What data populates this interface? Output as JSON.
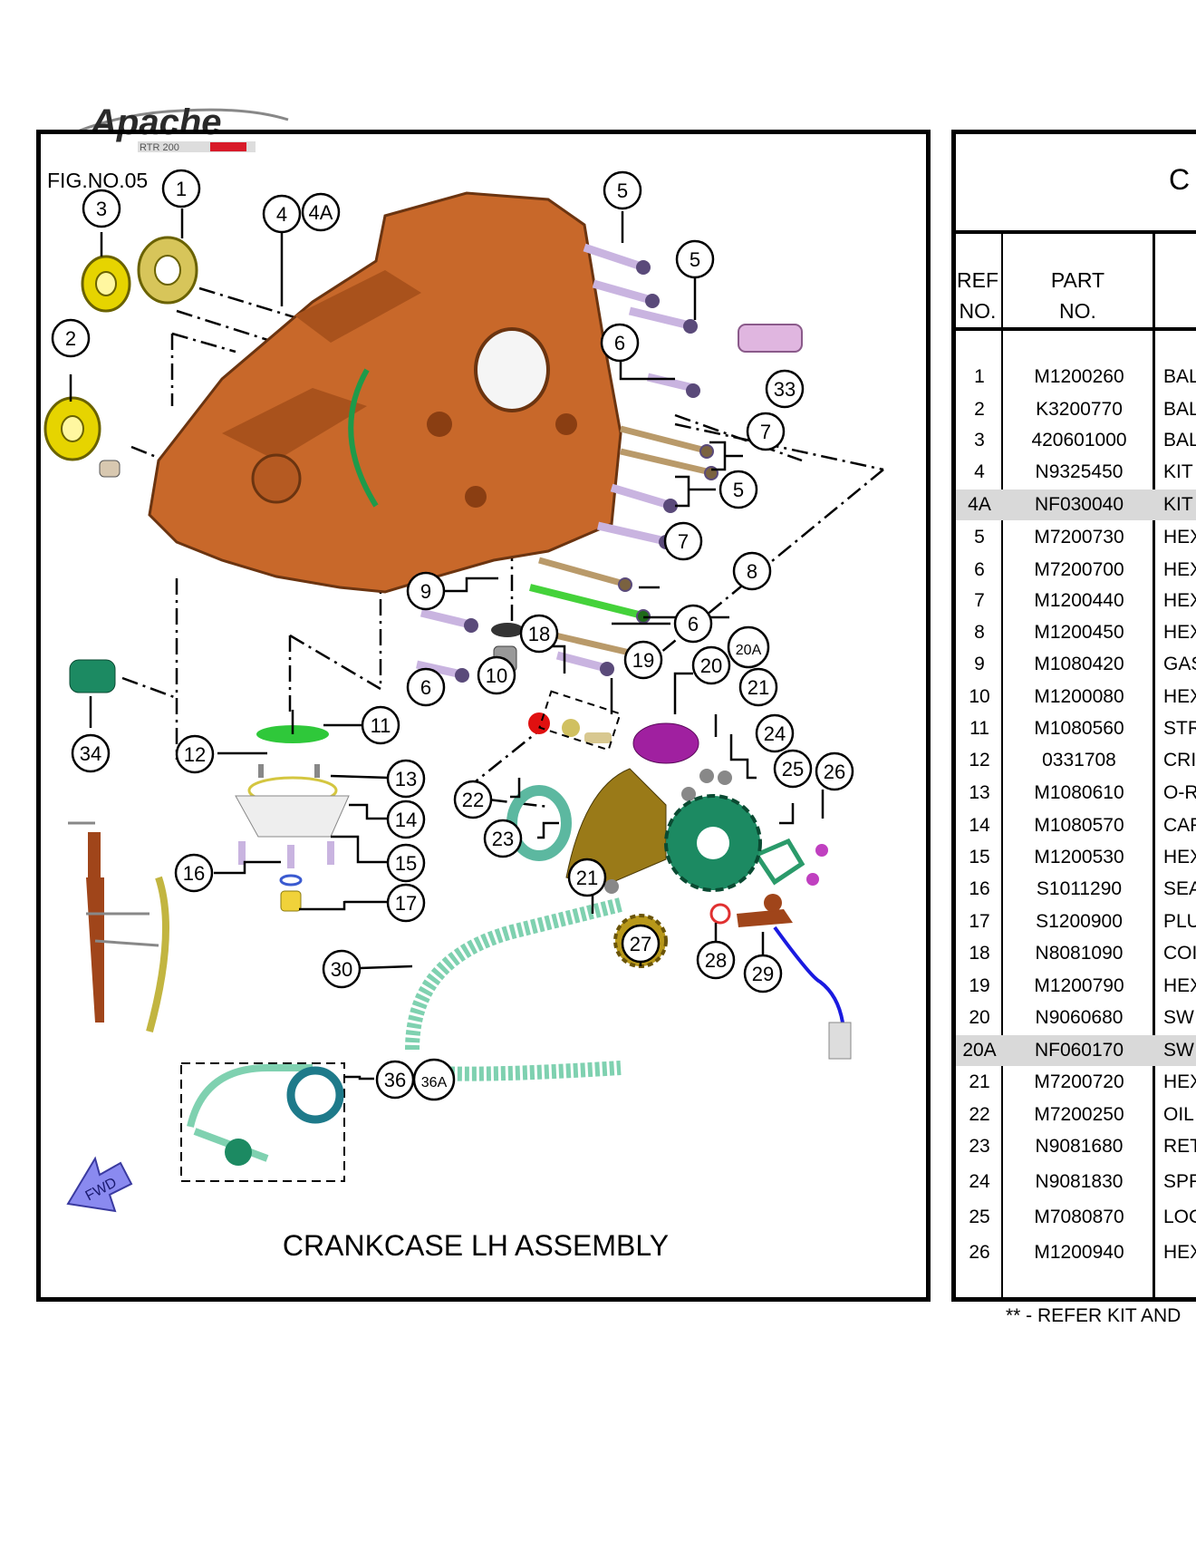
{
  "logo": {
    "brand": "Apache",
    "model": "RTR 200"
  },
  "figure": {
    "number": "FIG.NO.05",
    "caption": "CRANKCASE LH ASSEMBLY",
    "direction_label": "FWD"
  },
  "callouts": [
    "1",
    "2",
    "3",
    "4",
    "4A",
    "5",
    "6",
    "7",
    "8",
    "9",
    "10",
    "11",
    "12",
    "13",
    "14",
    "15",
    "16",
    "17",
    "18",
    "19",
    "20",
    "20A",
    "21",
    "22",
    "23",
    "24",
    "25",
    "26",
    "27",
    "28",
    "29",
    "30",
    "33",
    "34",
    "36",
    "36A"
  ],
  "table": {
    "title_partial": "C",
    "headers": {
      "ref_line1": "REF",
      "ref_line2": "NO.",
      "part_line1": "PART",
      "part_line2": "NO."
    },
    "rows": [
      {
        "ref": "1",
        "part": "M1200260",
        "desc": "BAL",
        "highlight": false
      },
      {
        "ref": "2",
        "part": "K3200770",
        "desc": "BAL",
        "highlight": false
      },
      {
        "ref": "3",
        "part": "420601000",
        "desc": "BAL",
        "highlight": false
      },
      {
        "ref": "4",
        "part": "N9325450",
        "desc": "KIT",
        "highlight": false
      },
      {
        "ref": "4A",
        "part": "NF030040",
        "desc": "KIT",
        "highlight": true
      },
      {
        "ref": "5",
        "part": "M7200730",
        "desc": "HEX",
        "highlight": false
      },
      {
        "ref": "6",
        "part": "M7200700",
        "desc": "HEX",
        "highlight": false
      },
      {
        "ref": "7",
        "part": "M1200440",
        "desc": "HEX",
        "highlight": false
      },
      {
        "ref": "8",
        "part": "M1200450",
        "desc": "HEX",
        "highlight": false
      },
      {
        "ref": "9",
        "part": "M1080420",
        "desc": "GAS",
        "highlight": false
      },
      {
        "ref": "10",
        "part": "M1200080",
        "desc": "HEX",
        "highlight": false
      },
      {
        "ref": "11",
        "part": "M1080560",
        "desc": "STR",
        "highlight": false
      },
      {
        "ref": "12",
        "part": "0331708",
        "desc": "CRI",
        "highlight": false
      },
      {
        "ref": "13",
        "part": "M1080610",
        "desc": "O-R",
        "highlight": false
      },
      {
        "ref": "14",
        "part": "M1080570",
        "desc": "CAP",
        "highlight": false
      },
      {
        "ref": "15",
        "part": "M1200530",
        "desc": "HEX",
        "highlight": false
      },
      {
        "ref": "16",
        "part": "S1011290",
        "desc": "SEA",
        "highlight": false
      },
      {
        "ref": "17",
        "part": "S1200900",
        "desc": "PLU",
        "highlight": false
      },
      {
        "ref": "18",
        "part": "N8081090",
        "desc": "COI",
        "highlight": false
      },
      {
        "ref": "19",
        "part": "M1200790",
        "desc": "HEX",
        "highlight": false
      },
      {
        "ref": "20",
        "part": "N9060680",
        "desc": "SW",
        "highlight": false
      },
      {
        "ref": "20A",
        "part": "NF060170",
        "desc": "SW",
        "highlight": true
      },
      {
        "ref": "21",
        "part": "M7200720",
        "desc": "HEX",
        "highlight": false
      },
      {
        "ref": "22",
        "part": "M7200250",
        "desc": "OIL",
        "highlight": false
      },
      {
        "ref": "23",
        "part": "N9081680",
        "desc": "RET",
        "highlight": false
      },
      {
        "ref": "24",
        "part": "N9081830",
        "desc": "SPR",
        "highlight": false
      },
      {
        "ref": "25",
        "part": "M7080870",
        "desc": "LOC",
        "highlight": false
      },
      {
        "ref": "26",
        "part": "M1200940",
        "desc": "HEX",
        "highlight": false
      }
    ],
    "footnote": "** -  REFER KIT AND"
  },
  "colors": {
    "crankcase": "#c8682a",
    "bolt": "#c9b4e0",
    "bearing": "#e6d400",
    "chain": "#7fd1b0",
    "sprocket": "#1c8a62",
    "highlight_row": "#d9d9d9"
  }
}
